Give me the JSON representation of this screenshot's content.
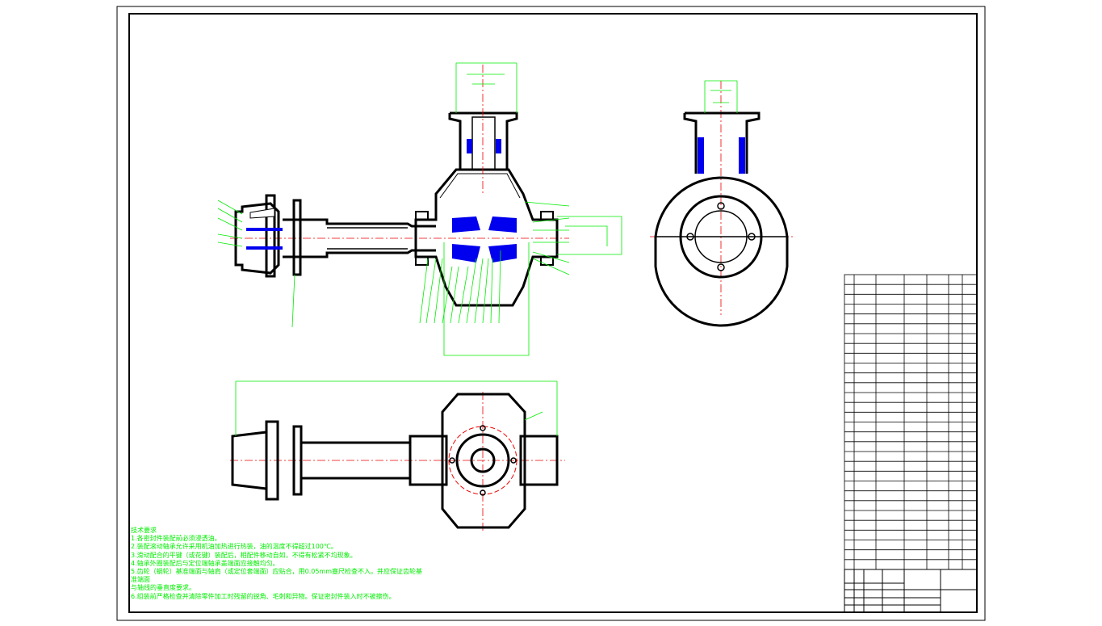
{
  "colors": {
    "line": "#000000",
    "dim": "#00ee00",
    "center": "#ee0000",
    "hatch": "#0000ee"
  },
  "tech_requirements": {
    "title": "技术要求",
    "lines": [
      "1.各密封件装配前必须浸透油。",
      "2.装配滚动轴承允许采用机油加热进行热装，油的温度不得超过100℃。",
      "3.滑动配合的平键（或花键）装配后，相配件移动自如，不得有松紧不均现象。",
      "4.轴承外圈装配后与定位端轴承盖端面应接触均匀。",
      "5.齿轮（蜗轮）基准端面与轴肩（或定位套端面）应贴合，用0.05mm塞尺检查不入。并应保证齿轮基",
      "准端面",
      "与轴线的垂直度要求。",
      "6.组装前严格检查并清除零件加工时残留的锐角、毛刺和异物。保证密封件装入时不被擦伤。"
    ]
  },
  "parts_list": {
    "row_count": 30
  }
}
